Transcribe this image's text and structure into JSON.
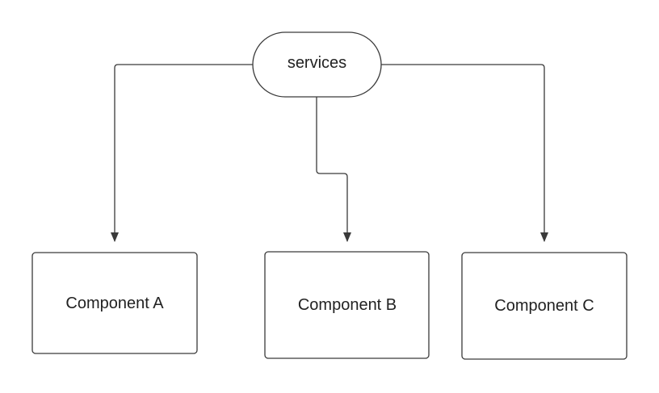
{
  "diagram": {
    "nodes": {
      "services": {
        "label": "services",
        "shape": "stadium"
      },
      "component_a": {
        "label": "Component A",
        "shape": "rectangle"
      },
      "component_b": {
        "label": "Component B",
        "shape": "rectangle"
      },
      "component_c": {
        "label": "Component C",
        "shape": "rectangle"
      }
    },
    "edges": [
      {
        "from": "services",
        "to": "component_a",
        "arrow": "filled-triangle"
      },
      {
        "from": "services",
        "to": "component_b",
        "arrow": "filled-triangle"
      },
      {
        "from": "services",
        "to": "component_c",
        "arrow": "filled-triangle"
      }
    ],
    "colors": {
      "stroke": "#3a3a3a",
      "fill": "#ffffff",
      "text": "#222222",
      "background": "#ffffff"
    }
  }
}
